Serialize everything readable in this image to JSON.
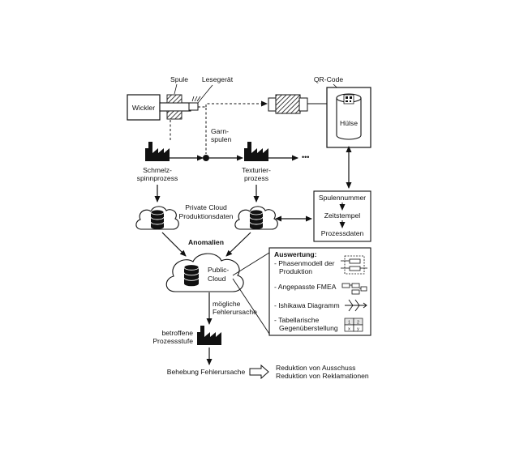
{
  "labels": {
    "spule": "Spule",
    "lesegeraet": "Lesegerät",
    "qr_code": "QR-Code",
    "wickler": "Wickler",
    "huelse": "Hülse",
    "garnspulen_1": "Garn-",
    "garnspulen_2": "spulen",
    "ellipsis": "•••",
    "schmelz_1": "Schmelz-",
    "schmelz_2": "spinnprozess",
    "textur_1": "Texturier-",
    "textur_2": "prozess",
    "private_cloud_1": "Private Cloud",
    "private_cloud_2": "Produktionsdaten",
    "spulennummer": "Spulennummer",
    "zeitstempel": "Zeitstempel",
    "prozessdaten": "Prozessdaten",
    "anomalien": "Anomalien",
    "public_cloud_1": "Public-",
    "public_cloud_2": "Cloud",
    "moegliche_1": "mögliche",
    "moegliche_2": "Fehlerursache",
    "betroffene_1": "betroffene",
    "betroffene_2": "Prozessstufe",
    "behebung": "Behebung Fehlerursache",
    "reduktion_1": "Reduktion von Ausschuss",
    "reduktion_2": "Reduktion von Reklamationen"
  },
  "evaluation": {
    "title": "Auswertung:",
    "items": [
      {
        "lines": [
          "- Phasenmodell der",
          "Produktion"
        ],
        "icon": "phase-model-icon"
      },
      {
        "lines": [
          "- Angepasste FMEA"
        ],
        "icon": "fmea-icon"
      },
      {
        "lines": [
          "- Ishikawa Diagramm"
        ],
        "icon": "ishikawa-icon"
      },
      {
        "lines": [
          "- Tabellarische",
          "Gegenüberstellung"
        ],
        "icon": "table-icon"
      }
    ],
    "table_cells": [
      "1",
      "2",
      "x",
      "y"
    ]
  }
}
